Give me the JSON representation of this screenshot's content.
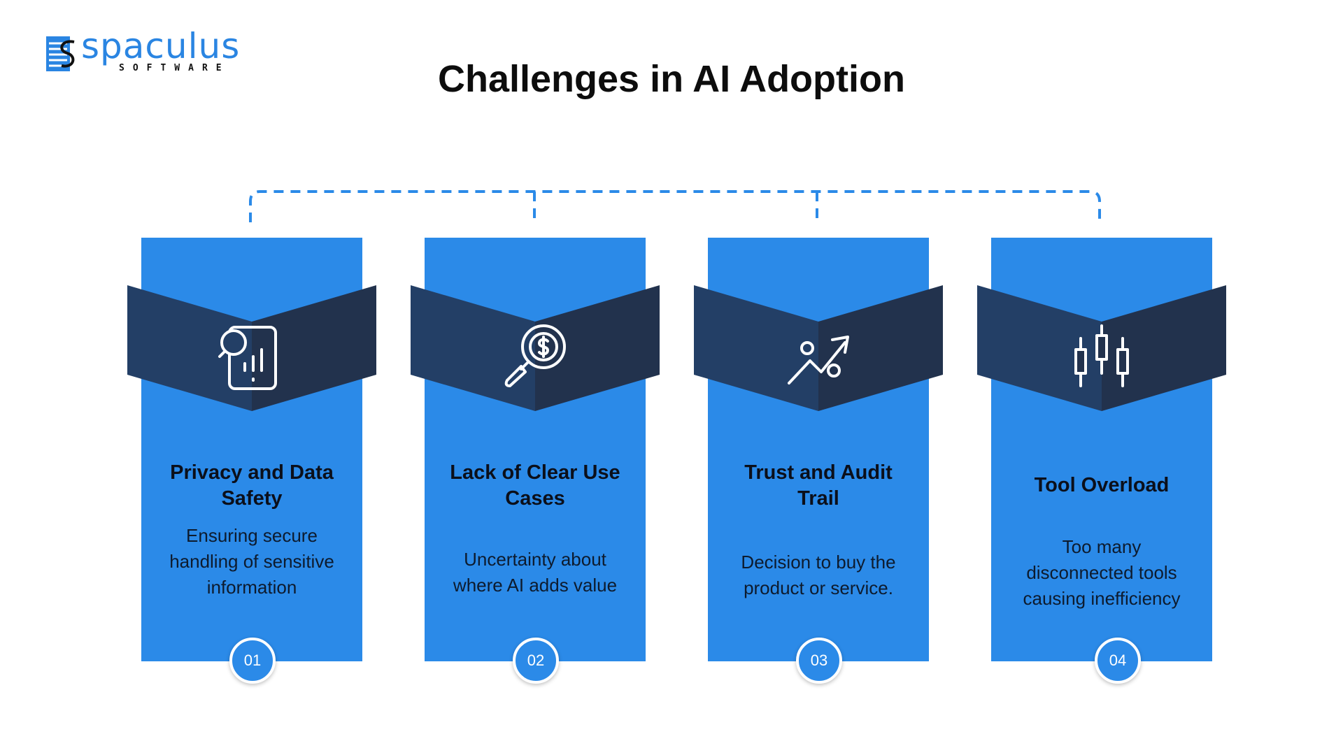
{
  "brand": {
    "name": "spaculus",
    "subtitle": "SOFTWARE"
  },
  "title": "Challenges in AI Adoption",
  "colors": {
    "accent": "#2b8ae8",
    "banner_light": "#233f66",
    "banner_dark": "#22324d",
    "connector": "#2b8ae8"
  },
  "cards": [
    {
      "number": "01",
      "title": "Privacy and Data Safety",
      "description": "Ensuring secure handling of sensitive information",
      "icon": "document-search-chart-icon"
    },
    {
      "number": "02",
      "title": "Lack of Clear Use Cases",
      "description": "Uncertainty about where AI adds value",
      "icon": "magnifier-dollar-icon"
    },
    {
      "number": "03",
      "title": "Trust and Audit Trail",
      "description": "Decision to buy the product or service.",
      "icon": "trend-up-arrow-icon"
    },
    {
      "number": "04",
      "title": "Tool Overload",
      "description": "Too many disconnected tools causing inefficiency",
      "icon": "candlestick-chart-icon"
    }
  ]
}
